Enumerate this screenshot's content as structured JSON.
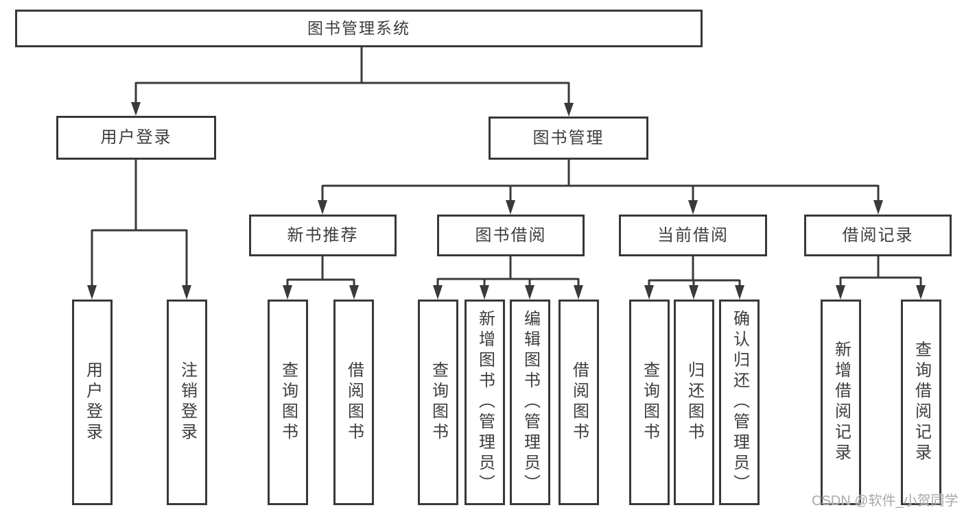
{
  "tree": {
    "root": {
      "label": "图书管理系统"
    },
    "children": [
      {
        "label": "用户登录",
        "children": [
          {
            "label": "用户登录"
          },
          {
            "label": "注销登录"
          }
        ]
      },
      {
        "label": "图书管理",
        "children": [
          {
            "label": "新书推荐",
            "children": [
              {
                "label": "查询图书"
              },
              {
                "label": "借阅图书"
              }
            ]
          },
          {
            "label": "图书借阅",
            "children": [
              {
                "label": "查询图书"
              },
              {
                "label": "新增图书（管理员）"
              },
              {
                "label": "编辑图书（管理员）"
              },
              {
                "label": "借阅图书"
              }
            ]
          },
          {
            "label": "当前借阅",
            "children": [
              {
                "label": "查询图书"
              },
              {
                "label": "归还图书"
              },
              {
                "label": "确认归还（管理员）"
              }
            ]
          },
          {
            "label": "借阅记录",
            "children": [
              {
                "label": "新增借阅记录"
              },
              {
                "label": "查询借阅记录"
              }
            ]
          }
        ]
      }
    ]
  },
  "watermark": {
    "text": "CSDN @软件_小贺同学"
  },
  "colors": {
    "line": "#3a3a3a",
    "box_border": "#383838",
    "box_fill": "#ffffff",
    "text": "#3d3d3d",
    "watermark": "#a9a9a9",
    "background": "#ffffff"
  }
}
